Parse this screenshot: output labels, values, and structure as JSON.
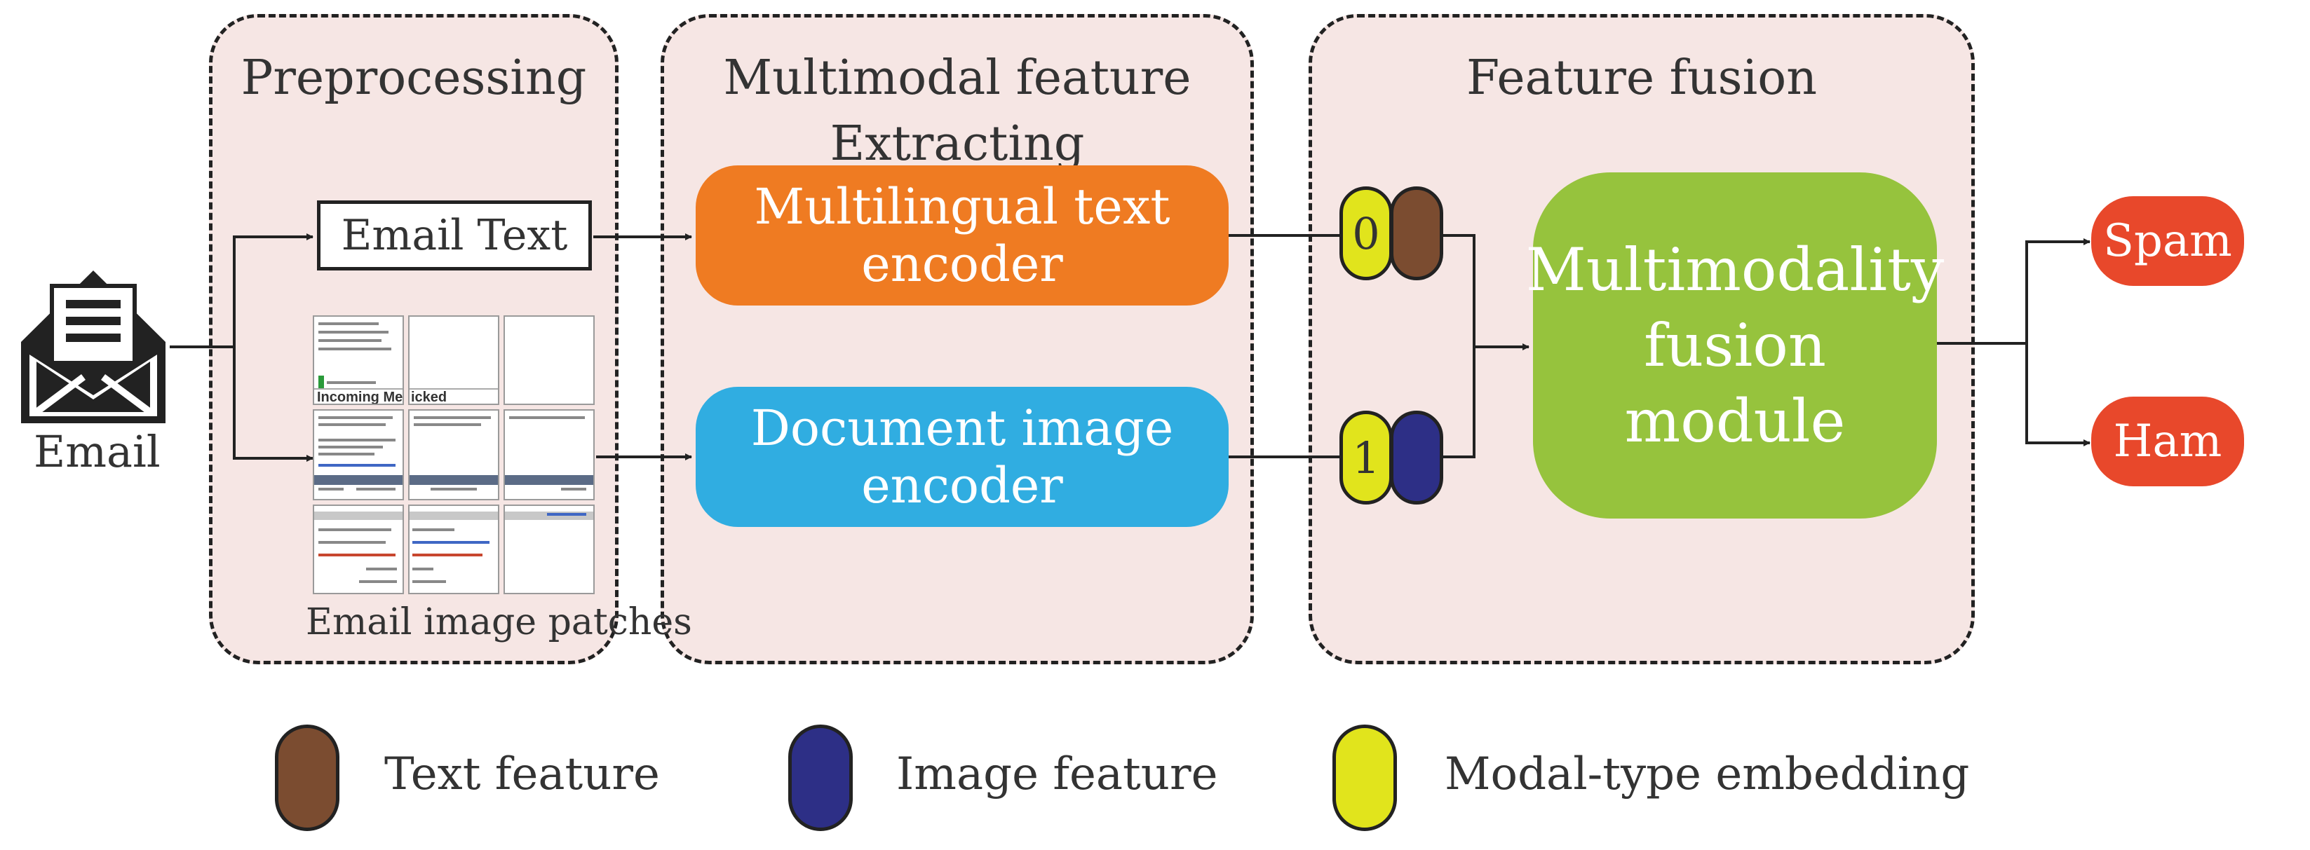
{
  "stages": {
    "preprocessing": "Preprocessing",
    "extracting_line1": "Multimodal feature",
    "extracting_line2": "Extracting",
    "fusion": "Feature fusion"
  },
  "input": {
    "label": "Email"
  },
  "preprocessing": {
    "email_text": "Email Text",
    "patches_label": "Email image patches",
    "patch_headline": "Incoming Messages",
    "patch_fragment": "icked"
  },
  "encoders": {
    "text": "Multilingual text encoder",
    "image": "Document image encoder"
  },
  "modal_tokens": {
    "text_type": "0",
    "image_type": "1"
  },
  "fusion": {
    "line1": "Multimodality",
    "line2": "fusion module"
  },
  "outputs": {
    "spam": "Spam",
    "ham": "Ham"
  },
  "legend": {
    "text_feature": "Text feature",
    "image_feature": "Image feature",
    "modal_embedding": "Modal-type embedding"
  },
  "colors": {
    "stage_bg": "#f6e6e4",
    "text_encoder": "#ef7b22",
    "image_encoder": "#30ade1",
    "fusion_module": "#96c33d",
    "output": "#e8482b",
    "text_feature": "#7b4c30",
    "image_feature": "#2d2f86",
    "modal_embedding": "#e1e41c"
  }
}
